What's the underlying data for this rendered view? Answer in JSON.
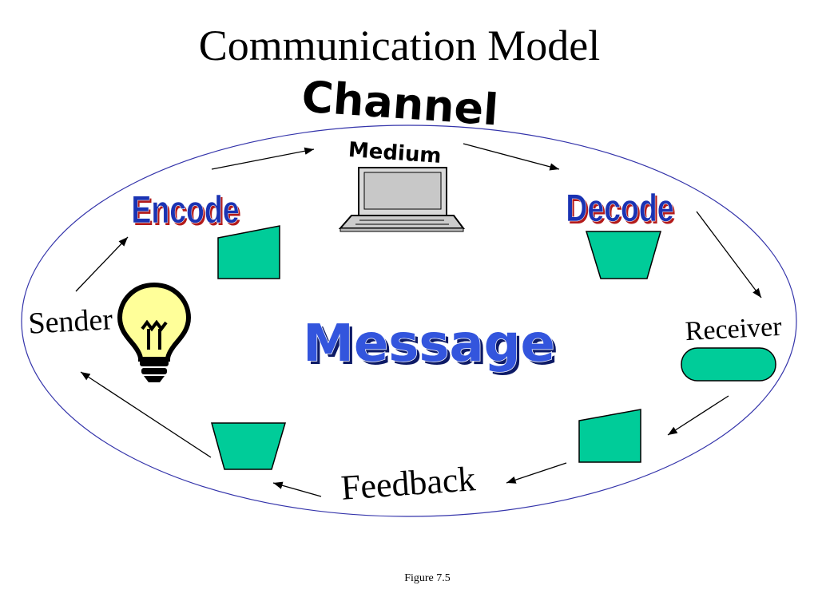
{
  "title": "Communication Model",
  "caption": "Figure 7.5",
  "labels": {
    "channel": "Channel",
    "medium": "Medium",
    "encode": "Encode",
    "decode": "Decode",
    "sender": "Sender",
    "receiver": "Receiver",
    "message": "Message",
    "feedback": "Feedback"
  },
  "colors": {
    "ellipse": "#3333aa",
    "shape_fill": "#00cc99",
    "wordart_blue": "#1a33b3",
    "wordart_shadow": "#b31a1a",
    "bulb_fill": "#ffff99"
  },
  "icons": {
    "laptop": "laptop-icon",
    "bulb": "lightbulb-icon"
  }
}
